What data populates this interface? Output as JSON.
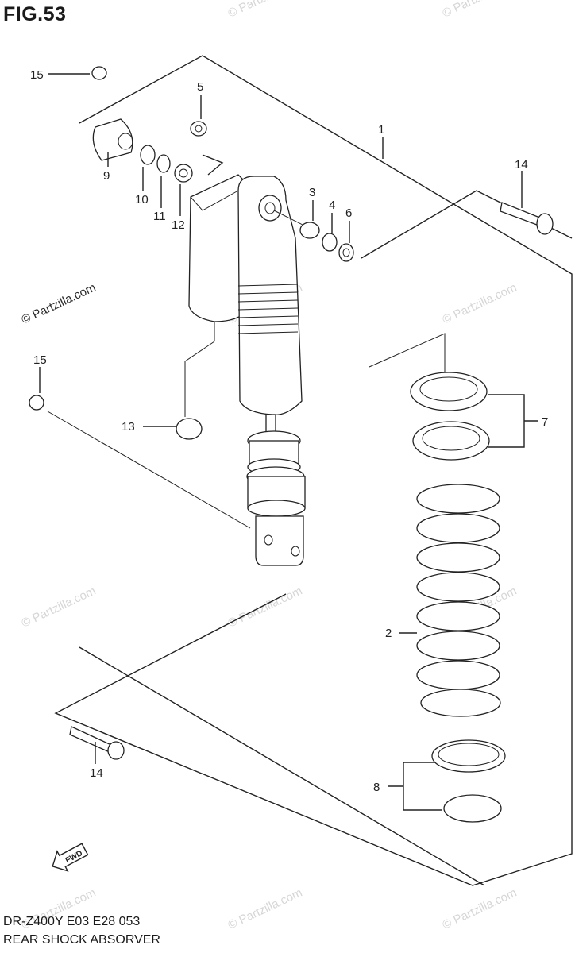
{
  "title": "FIG.53",
  "footer": {
    "code": "DR-Z400Y E03 E28  053",
    "name": "REAR SHOCK ABSORVER"
  },
  "watermark": "© Partzilla.com",
  "fwd_label": "FWD",
  "callouts": {
    "c1": "1",
    "c2": "2",
    "c3": "3",
    "c4": "4",
    "c5": "5",
    "c6": "6",
    "c7": "7",
    "c8": "8",
    "c9": "9",
    "c10": "10",
    "c11": "11",
    "c12": "12",
    "c13": "13",
    "c14a": "14",
    "c14b": "14",
    "c15a": "15",
    "c15b": "15"
  }
}
